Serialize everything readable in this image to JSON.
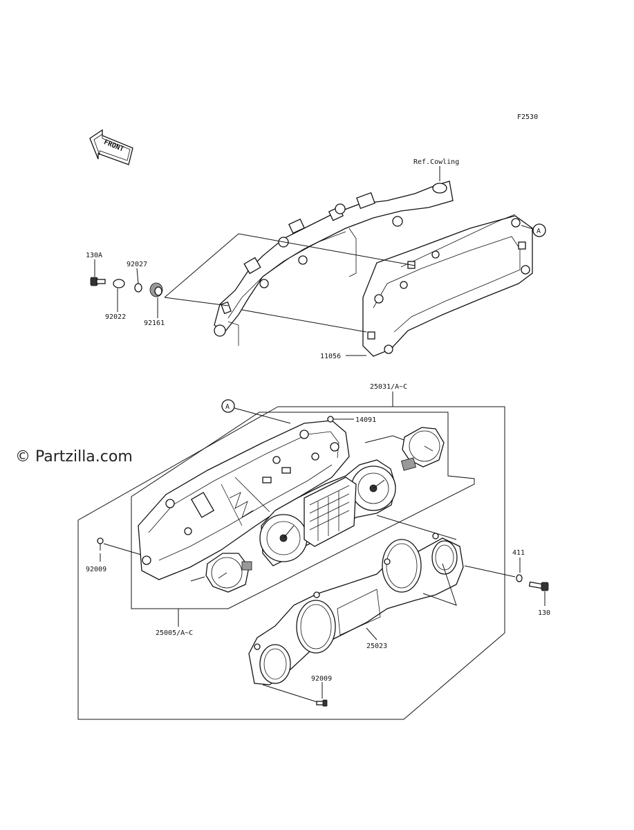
{
  "diagram_id": "F2530",
  "watermark": "© Partzilla.com",
  "front_arrow": "FRONT",
  "ref_text": "Ref.Cowling",
  "callout_marker": "A",
  "parts": {
    "p130A": "130A",
    "p92027": "92027",
    "p92022": "92022",
    "p92161": "92161",
    "p11056": "11056",
    "p25031": "25031/A~C",
    "p14091": "14091",
    "p92009_left": "92009",
    "p25005": "25005/A~C",
    "p411": "411",
    "p130": "130",
    "p25023": "25023",
    "p92009_bottom": "92009"
  }
}
